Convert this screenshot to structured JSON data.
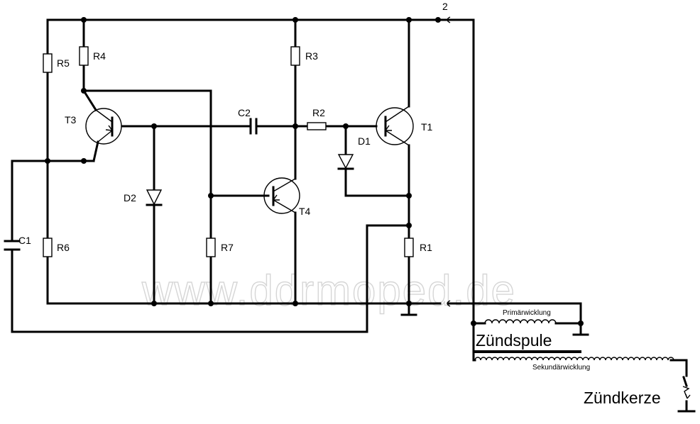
{
  "labels": {
    "terminal_2": "2",
    "r1": "R1",
    "r2": "R2",
    "r3": "R3",
    "r4": "R4",
    "r5": "R5",
    "r6": "R6",
    "r7": "R7",
    "c1": "C1",
    "c2": "C2",
    "d1": "D1",
    "d2": "D2",
    "t1": "T1",
    "t3": "T3",
    "t4": "T4",
    "primary": "Primärwicklung",
    "secondary": "Sekundärwicklung",
    "coil": "Zündspule",
    "plug": "Zündkerze"
  },
  "watermark": "www.ddrmoped.de"
}
